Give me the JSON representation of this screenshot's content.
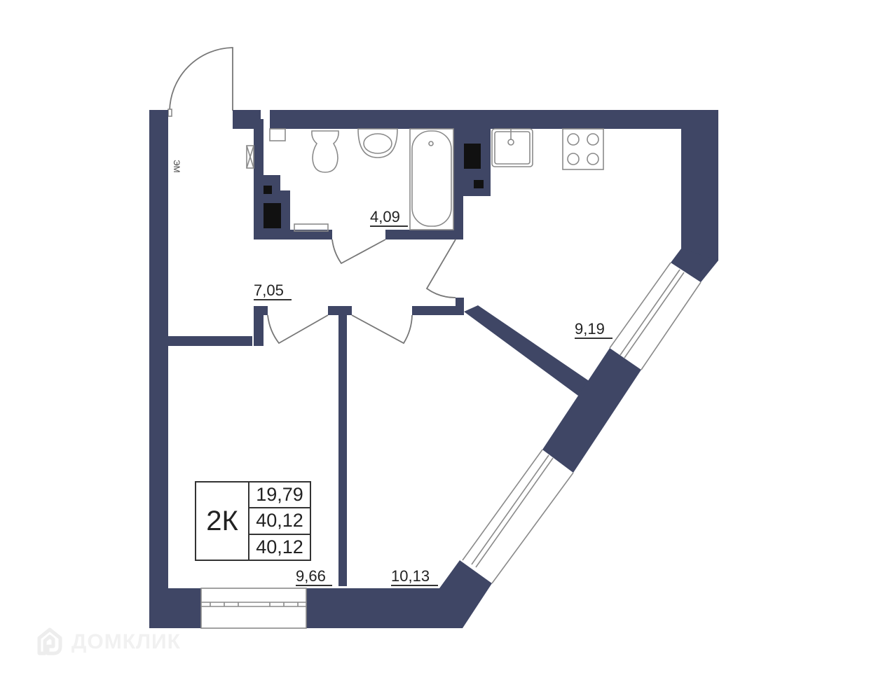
{
  "plan": {
    "apartment_type": "2К",
    "living_area": "19,79",
    "total_area": "40,12",
    "total_area_with_balcony": "40,12",
    "wall_color": "#3f4665",
    "rooms": [
      {
        "id": "bathroom",
        "area": "4,09"
      },
      {
        "id": "hallway",
        "area": "7,05"
      },
      {
        "id": "kitchen",
        "area": "9,19"
      },
      {
        "id": "bedroom-left",
        "area": "9,66"
      },
      {
        "id": "bedroom-right",
        "area": "10,13"
      }
    ],
    "electric_panel_label": "ЭМ"
  },
  "watermark": {
    "text": "ДОМКЛИК"
  }
}
